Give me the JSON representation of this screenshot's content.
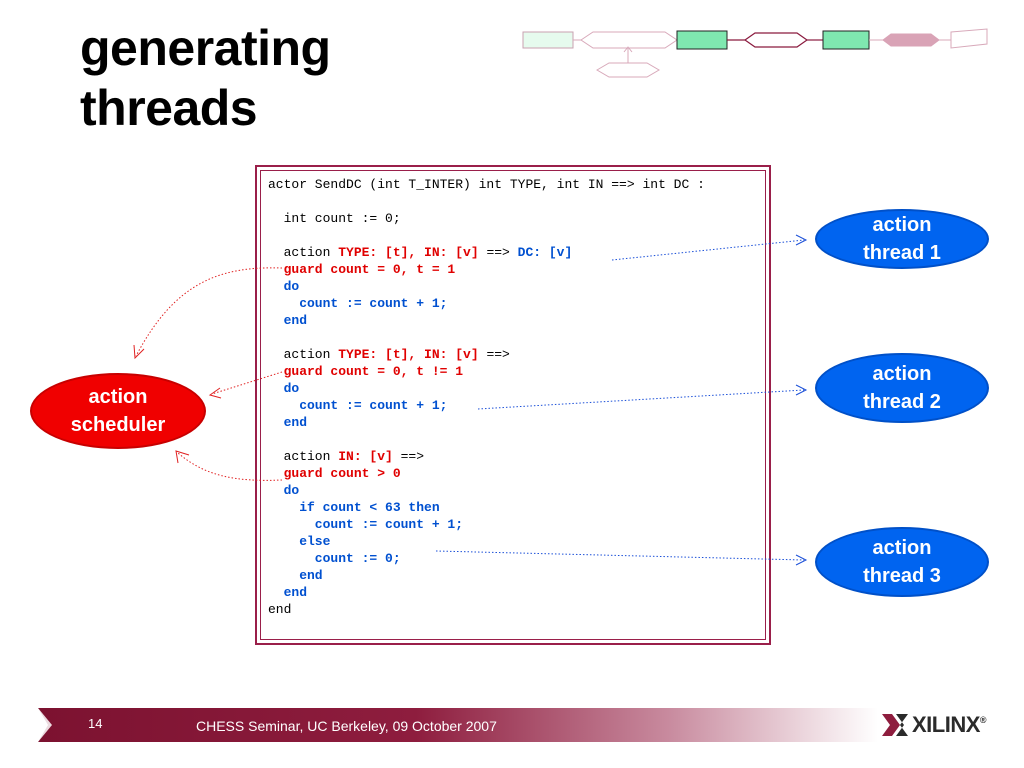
{
  "slide": {
    "title_line1": "generating",
    "title_line2": "threads",
    "page_number": "14",
    "footer": "CHESS Seminar, UC Berkeley, 09 October 2007",
    "logo_text": "XILINX",
    "logo_reg": "®"
  },
  "code": {
    "l1": "actor SendDC (int T_INTER) int TYPE, int IN ==> int DC :",
    "l2": "  int count := 0;",
    "a1_kw": "  action ",
    "a1_in": "TYPE: [t], IN: [v]",
    "a1_arrow": " ==> ",
    "a1_out": "DC: [v]",
    "a1_guard": "  guard count = 0, t = 1",
    "a1_do": "  do",
    "a1_body": "    count := count + 1;",
    "a1_end": "  end",
    "a2_kw": "  action ",
    "a2_in": "TYPE: [t], IN: [v]",
    "a2_arrow": " ==>",
    "a2_guard": "  guard count = 0, t != 1",
    "a2_do": "  do",
    "a2_body": "    count := count + 1;",
    "a2_end": "  end",
    "a3_kw": "  action ",
    "a3_in": "IN: [v]",
    "a3_arrow": " ==>",
    "a3_guard": "  guard count > 0",
    "a3_do": "  do",
    "a3_if": "    if count < 63 then",
    "a3_inc": "      count := count + 1;",
    "a3_else": "    else",
    "a3_reset": "      count := 0;",
    "a3_endif": "    end",
    "a3_end": "  end",
    "end": "end"
  },
  "labels": {
    "scheduler_l1": "action",
    "scheduler_l2": "scheduler",
    "thread1_l1": "action",
    "thread1_l2": "thread 1",
    "thread2_l1": "action",
    "thread2_l2": "thread 2",
    "thread3_l1": "action",
    "thread3_l2": "thread 3"
  },
  "colors": {
    "accent_maroon": "#9a1f4a",
    "keyword_red": "#e00000",
    "keyword_blue": "#0050d0",
    "thread_blue": "#0064f0",
    "scheduler_red": "#f00000"
  }
}
